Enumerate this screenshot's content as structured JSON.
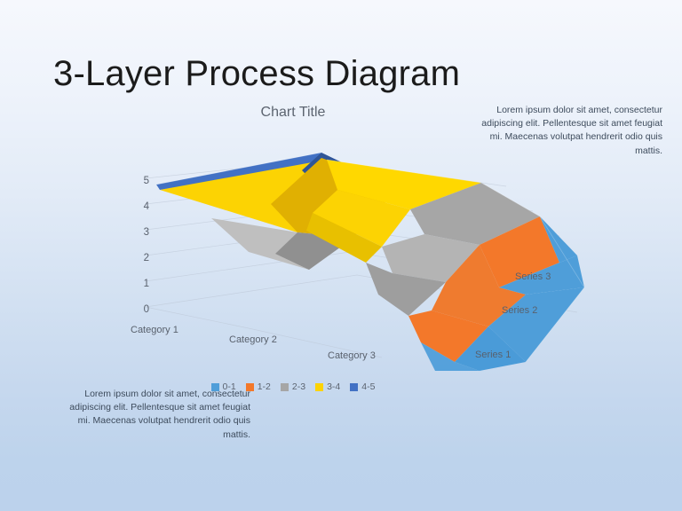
{
  "slide": {
    "title": "3-Layer Process Diagram",
    "background_top": "#f6f8fd",
    "background_bottom": "#bcd2ec"
  },
  "text_blocks": {
    "top_right": "Lorem ipsum dolor sit amet, consectetur adipiscing elit. Pellentesque sit amet feugiat mi. Maecenas volutpat hendrerit odio quis mattis.",
    "bottom_left": "Lorem ipsum dolor sit amet, consectetur adipiscing elit. Pellentesque sit amet feugiat mi. Maecenas volutpat hendrerit odio quis mattis."
  },
  "chart_data": {
    "type": "surface",
    "title": "Chart Title",
    "xlabel": "",
    "ylabel": "",
    "zlim": [
      0,
      5
    ],
    "grid": true,
    "legend_position": "bottom",
    "categories": [
      "Category 1",
      "Category 2",
      "Category 3"
    ],
    "series": [
      {
        "name": "Series 1",
        "values": [
          4.3,
          2.2,
          0.4
        ]
      },
      {
        "name": "Series 2",
        "values": [
          4.3,
          3.2,
          1.3
        ]
      },
      {
        "name": "Series 3",
        "values": [
          4.4,
          4.9,
          2.6
        ]
      }
    ],
    "ytick_labels": [
      "5",
      "4",
      "3",
      "2",
      "1",
      "0"
    ],
    "ytick_values": [
      5,
      4,
      3,
      2,
      1,
      0
    ],
    "legend": [
      {
        "label": "0-1",
        "color": "#4f9ed9"
      },
      {
        "label": "1-2",
        "color": "#f3782a"
      },
      {
        "label": "2-3",
        "color": "#a6a6a6"
      },
      {
        "label": "3-4",
        "color": "#fcd303"
      },
      {
        "label": "4-5",
        "color": "#4271c4"
      }
    ],
    "band_colors": {
      "b0_1": "#4f9ed9",
      "b1_2": "#f3782a",
      "b2_3": "#a6a6a6",
      "b3_4": "#fcd303",
      "b4_5": "#4271c4"
    }
  }
}
